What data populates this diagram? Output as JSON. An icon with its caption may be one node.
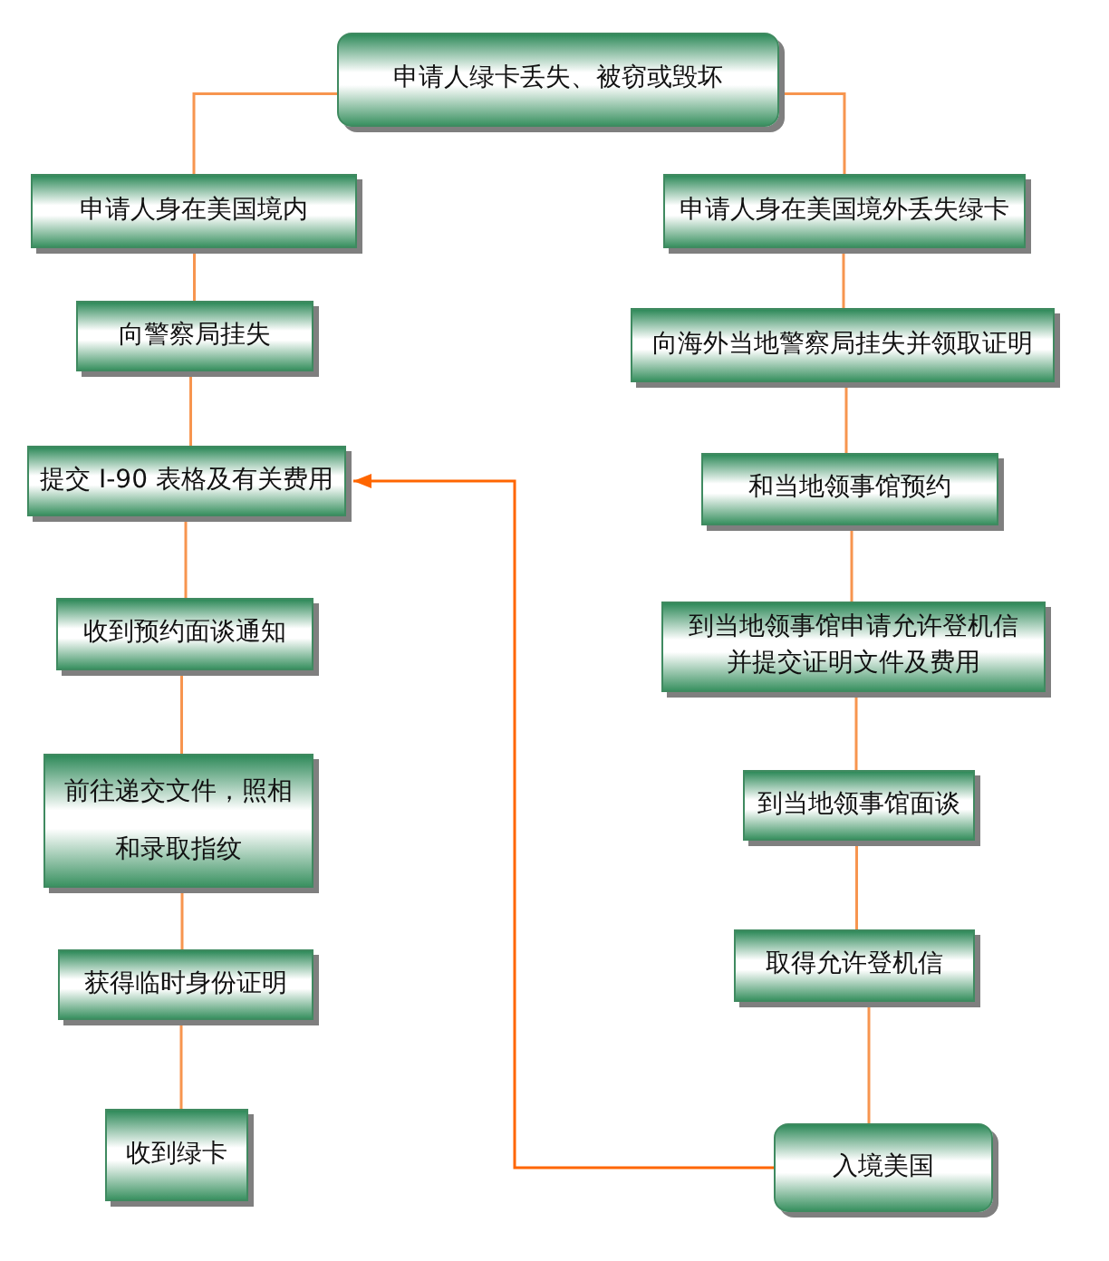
{
  "diagram": {
    "nodes": [
      {
        "text": [
          "申请人绿卡丢失、被窃或毁坏"
        ]
      },
      {
        "text": [
          "申请人身在美国境内"
        ]
      },
      {
        "text": [
          "向警察局挂失"
        ]
      },
      {
        "text": [
          "提交 I-90 表格及有关费用"
        ]
      },
      {
        "text": [
          "收到预约面谈通知"
        ]
      },
      {
        "text": [
          "前往递交文件，照相和录取指纹"
        ]
      },
      {
        "text": [
          "获得临时身份证明"
        ]
      },
      {
        "text": [
          "收到绿卡"
        ]
      },
      {
        "text": [
          "申请人身在美国境外丢失绿卡"
        ]
      },
      {
        "text": [
          "向海外当地警察局挂失并领取证明"
        ]
      },
      {
        "text": [
          "和当地领事馆预约"
        ]
      },
      {
        "text": [
          "到当地领事馆申请允许登机信并提交证明文件及费用"
        ]
      },
      {
        "text": [
          "到当地领事馆面谈"
        ]
      },
      {
        "text": [
          "取得允许登机信"
        ]
      },
      {
        "text": [
          "入境美国"
        ]
      }
    ],
    "edges": [
      {
        "from": 0,
        "to": 1,
        "arrow": "none"
      },
      {
        "from": 1,
        "to": 2,
        "arrow": "none"
      },
      {
        "from": 2,
        "to": 3,
        "arrow": "none"
      },
      {
        "from": 3,
        "to": 4,
        "arrow": "none"
      },
      {
        "from": 4,
        "to": 5,
        "arrow": "none"
      },
      {
        "from": 5,
        "to": 6,
        "arrow": "none"
      },
      {
        "from": 6,
        "to": 7,
        "arrow": "none"
      },
      {
        "from": 0,
        "to": 8,
        "arrow": "none"
      },
      {
        "from": 8,
        "to": 9,
        "arrow": "none"
      },
      {
        "from": 9,
        "to": 10,
        "arrow": "none"
      },
      {
        "from": 10,
        "to": 11,
        "arrow": "none"
      },
      {
        "from": 11,
        "to": 12,
        "arrow": "none"
      },
      {
        "from": 12,
        "to": 13,
        "arrow": "none"
      },
      {
        "from": 13,
        "to": 14,
        "arrow": "none"
      },
      {
        "from": 14,
        "to": 3,
        "arrow": "to",
        "color": "#ff6600"
      }
    ]
  }
}
